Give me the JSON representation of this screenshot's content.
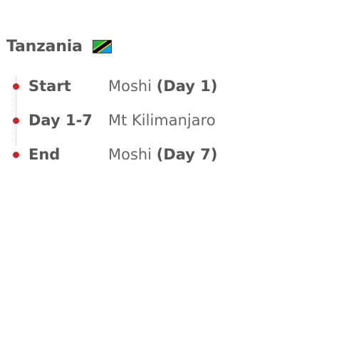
{
  "country": {
    "name": "Tanzania",
    "flag_icon": "tanzania-flag-icon",
    "flag_colors": {
      "green": "#1eb53a",
      "blue": "#00a3dd",
      "yellow": "#fcd116",
      "black": "#000000"
    }
  },
  "itinerary": {
    "dot_color": "#c0282d",
    "rows": [
      {
        "label": "Start",
        "place": "Moshi",
        "detail": "(Day 1)"
      },
      {
        "label": "Day 1-7",
        "place": "Mt Kilimanjaro",
        "detail": ""
      },
      {
        "label": "End",
        "place": "Moshi",
        "detail": "(Day 7)"
      }
    ]
  }
}
